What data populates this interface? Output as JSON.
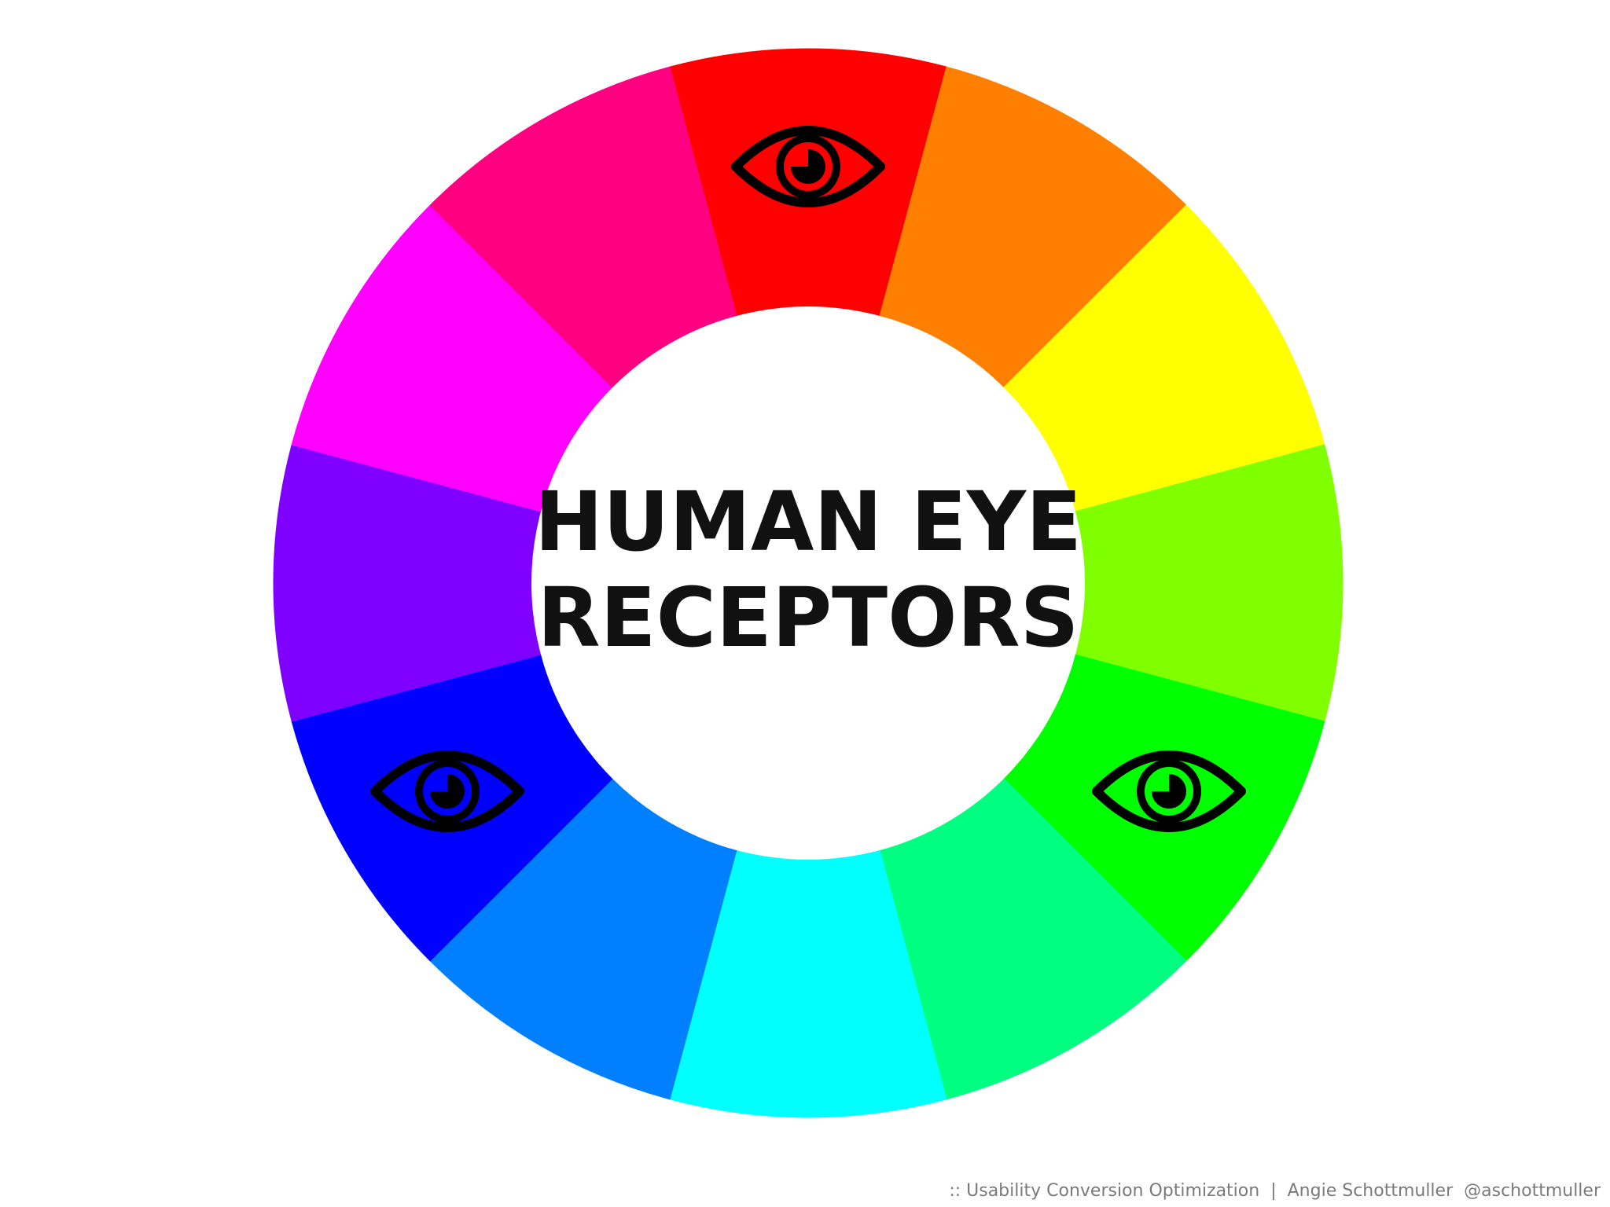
{
  "title": {
    "line1": "HUMAN EYE",
    "line2": "RECEPTORS"
  },
  "wheel": {
    "segments": [
      {
        "color": "#ff0000",
        "receptor": true
      },
      {
        "color": "#ff8000",
        "receptor": false
      },
      {
        "color": "#ffff00",
        "receptor": false
      },
      {
        "color": "#80ff00",
        "receptor": false
      },
      {
        "color": "#00ff00",
        "receptor": true
      },
      {
        "color": "#00ff80",
        "receptor": false
      },
      {
        "color": "#00ffff",
        "receptor": false
      },
      {
        "color": "#0080ff",
        "receptor": false
      },
      {
        "color": "#0000ff",
        "receptor": true
      },
      {
        "color": "#8000ff",
        "receptor": false
      },
      {
        "color": "#ff00ff",
        "receptor": false
      },
      {
        "color": "#ff0080",
        "receptor": false
      }
    ],
    "receptor_icon": "eye-icon",
    "center_color": "#ffffff"
  },
  "footer": {
    "prefix": "::",
    "source": "Usability Conversion Optimization",
    "separator": "|",
    "author": "Angie Schottmuller",
    "handle": "@aschottmuller"
  }
}
